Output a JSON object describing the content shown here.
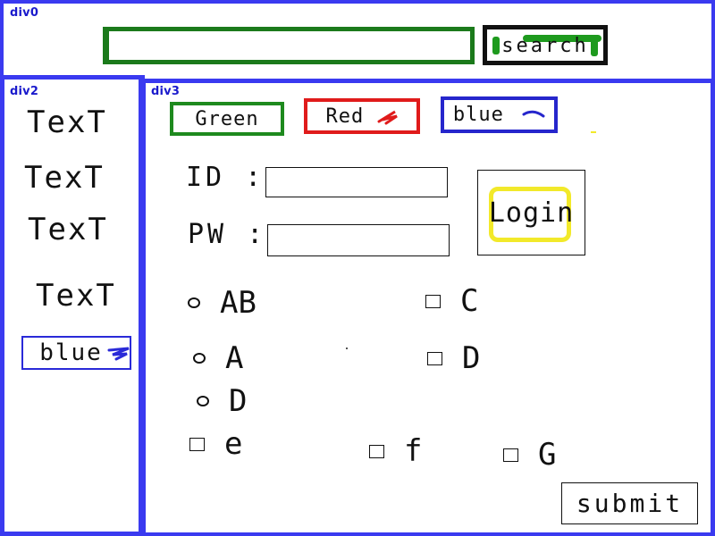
{
  "div0": {
    "label": "div0",
    "search_input": {
      "value": "",
      "placeholder": ""
    },
    "search_button": {
      "label": "search"
    }
  },
  "div2": {
    "label": "div2",
    "items": [
      "TexT",
      "TexT",
      "TexT",
      "TexT"
    ],
    "blue_button": {
      "label": "blue"
    }
  },
  "div3": {
    "label": "div3",
    "color_buttons": {
      "green": {
        "label": "Green",
        "color": "#1e8a1e"
      },
      "red": {
        "label": "Red",
        "color": "#e01b1b"
      },
      "blue": {
        "label": "blue",
        "color": "#2626cc"
      }
    },
    "form": {
      "id_label": "ID :",
      "id_value": "",
      "pw_label": "PW :",
      "pw_value": "",
      "login_button": "Login"
    },
    "radios": [
      "AB",
      "A",
      "D"
    ],
    "checkboxes": [
      "C",
      "D",
      "e",
      "f",
      "G"
    ],
    "submit_button": "submit"
  },
  "theme": {
    "frame_color": "#3a3af0",
    "label_color": "#1a1acc",
    "highlight_yellow": "#f2e92a"
  }
}
